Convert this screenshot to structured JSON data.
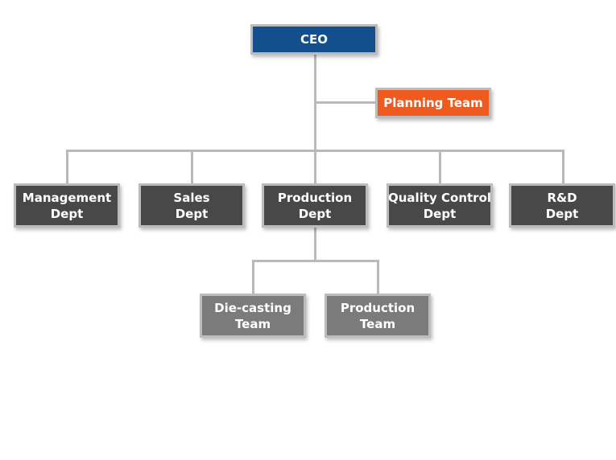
{
  "chart": {
    "ceo": {
      "label": "CEO",
      "color": "#124f8c"
    },
    "planning": {
      "label": "Planning Team",
      "color": "#f05a1e"
    },
    "departments": [
      {
        "line1": "Management",
        "line2": "Dept"
      },
      {
        "line1": "Sales",
        "line2": "Dept"
      },
      {
        "line1": "Production",
        "line2": "Dept"
      },
      {
        "line1": "Quality Control",
        "line2": "Dept"
      },
      {
        "line1": "R&D",
        "line2": "Dept"
      }
    ],
    "teams": [
      {
        "line1": "Die-casting",
        "line2": "Team"
      },
      {
        "line1": "Production",
        "line2": "Team"
      }
    ],
    "colors": {
      "department": "#484848",
      "team": "#7b7b7b",
      "connector": "#b9b9b9",
      "border": "#bcbcbc"
    }
  }
}
